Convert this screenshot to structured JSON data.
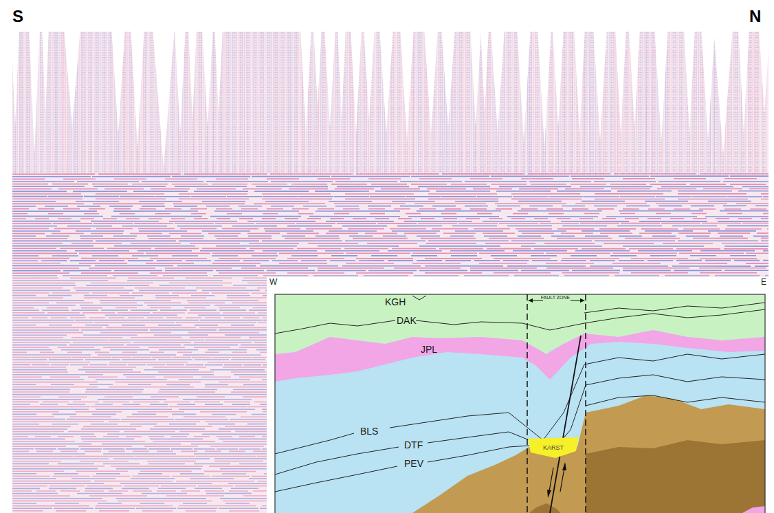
{
  "diagram": {
    "nodes": [
      {
        "text": [
          "KARST"
        ]
      }
    ],
    "labels": [
      "S",
      "N",
      "W",
      "E",
      "KGH",
      "DAK",
      "JPL",
      "FAULT ZONE",
      "BLS",
      "DTF",
      "PEV"
    ]
  }
}
